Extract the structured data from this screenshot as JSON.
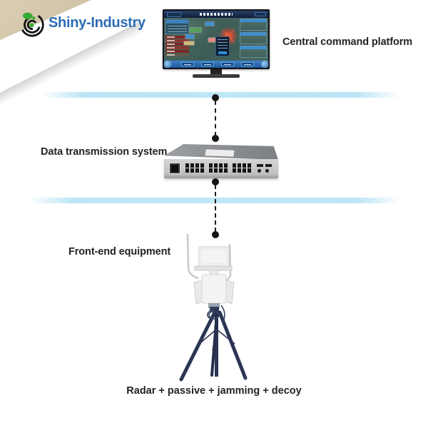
{
  "logo": {
    "text": "Shiny-Industry",
    "color": "#2d6cb4"
  },
  "annotations": {
    "central_command": "Central command platform",
    "data_transmission": "Data transmission system",
    "front_end": "Front-end equipment",
    "caption": "Radar + passive + jamming + decoy"
  },
  "icons": {
    "logo_icon": "radar-swirl-icon"
  },
  "colors": {
    "logo_blue": "#2d6cb4",
    "logo_green": "#36a935",
    "divider_blue": "#bde7f6",
    "label_text": "#26221f",
    "connector_black": "#1c1c1c",
    "tripod_navy": "#2c3553",
    "switch_gray": "#bdbfc1",
    "screen_teal": "#3e5c56",
    "screen_toolbar_blue": "#2f71b8",
    "alert_red": "#e2462d"
  }
}
